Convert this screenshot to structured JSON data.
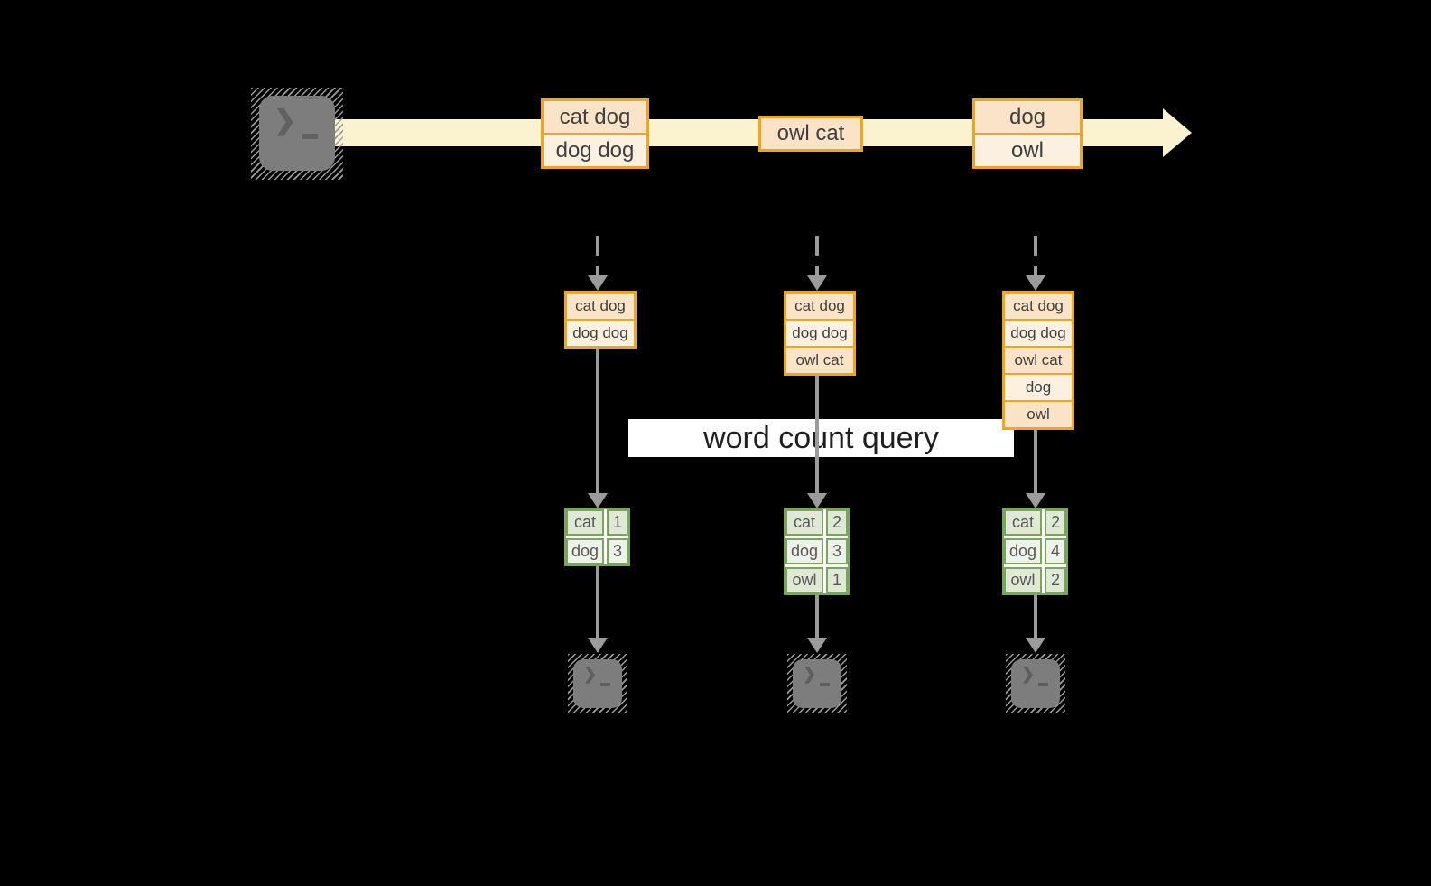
{
  "diagram": {
    "query_label": "word count query",
    "colors": {
      "background": "#000000",
      "stream_fill": "#FBF2CF",
      "record_border": "#EFA51E",
      "record_fill_dark": "#FAE3C6",
      "record_fill_light": "#FCF0E1",
      "table_border": "#79A65A",
      "table_fill_dark": "#DFE9D6",
      "table_fill_light": "#EEF3E9",
      "arrow_gray": "#9B9B9B",
      "terminal_gray": "#7D7D7D",
      "label_bg": "#FFFFFF",
      "label_text": "#1F1F1F"
    },
    "icons": {
      "prompt_chevron": "❯"
    },
    "stream": {
      "batches": [
        {
          "rows": [
            "cat dog",
            "dog dog"
          ]
        },
        {
          "rows": [
            "owl cat"
          ]
        },
        {
          "rows": [
            "dog",
            "owl"
          ]
        }
      ]
    },
    "columns": [
      {
        "state_rows": [
          "cat dog",
          "dog dog"
        ],
        "counts": [
          {
            "word": "cat",
            "count": "1"
          },
          {
            "word": "dog",
            "count": "3"
          }
        ]
      },
      {
        "state_rows": [
          "cat dog",
          "dog dog",
          "owl cat"
        ],
        "counts": [
          {
            "word": "cat",
            "count": "2"
          },
          {
            "word": "dog",
            "count": "3"
          },
          {
            "word": "owl",
            "count": "1"
          }
        ]
      },
      {
        "state_rows": [
          "cat dog",
          "dog dog",
          "owl cat",
          "dog",
          "owl"
        ],
        "counts": [
          {
            "word": "cat",
            "count": "2"
          },
          {
            "word": "dog",
            "count": "4"
          },
          {
            "word": "owl",
            "count": "2"
          }
        ]
      }
    ]
  }
}
